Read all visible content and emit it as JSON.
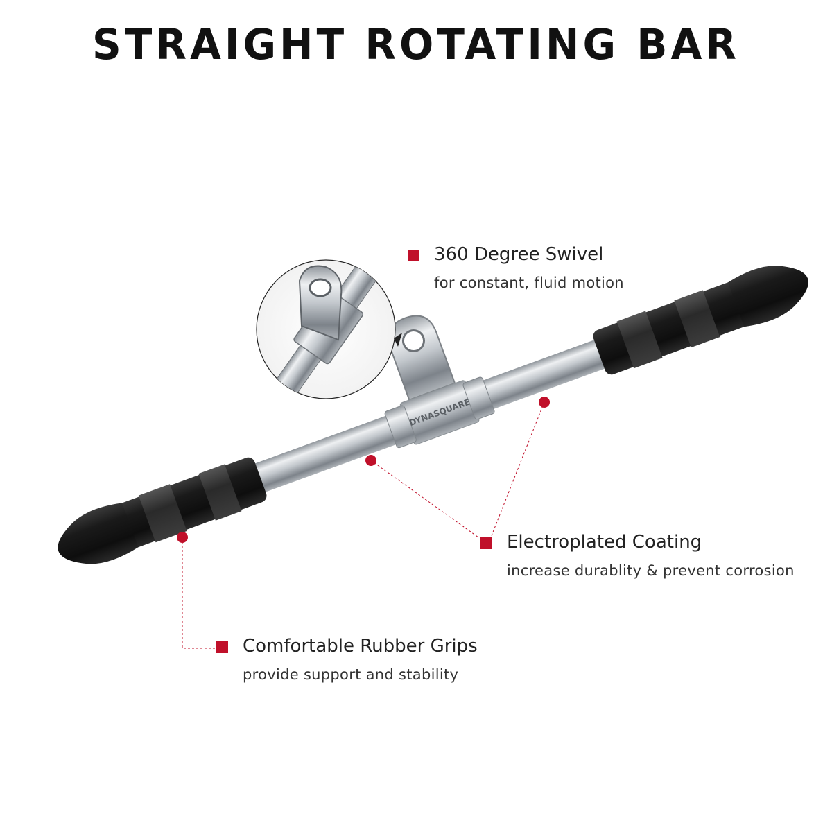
{
  "title": "STRAIGHT ROTATING BAR",
  "brand": "DYNASQUARE",
  "colors": {
    "accent": "#c0102a",
    "grip": "#161616",
    "steel": "#c9cdd1",
    "title": "#111111"
  },
  "features": [
    {
      "heading": "360 Degree Swivel",
      "description": "for constant, fluid motion"
    },
    {
      "heading": "Electroplated Coating",
      "description": "increase durablity & prevent corrosion"
    },
    {
      "heading": "Comfortable Rubber Grips",
      "description": "provide support and stability"
    }
  ]
}
